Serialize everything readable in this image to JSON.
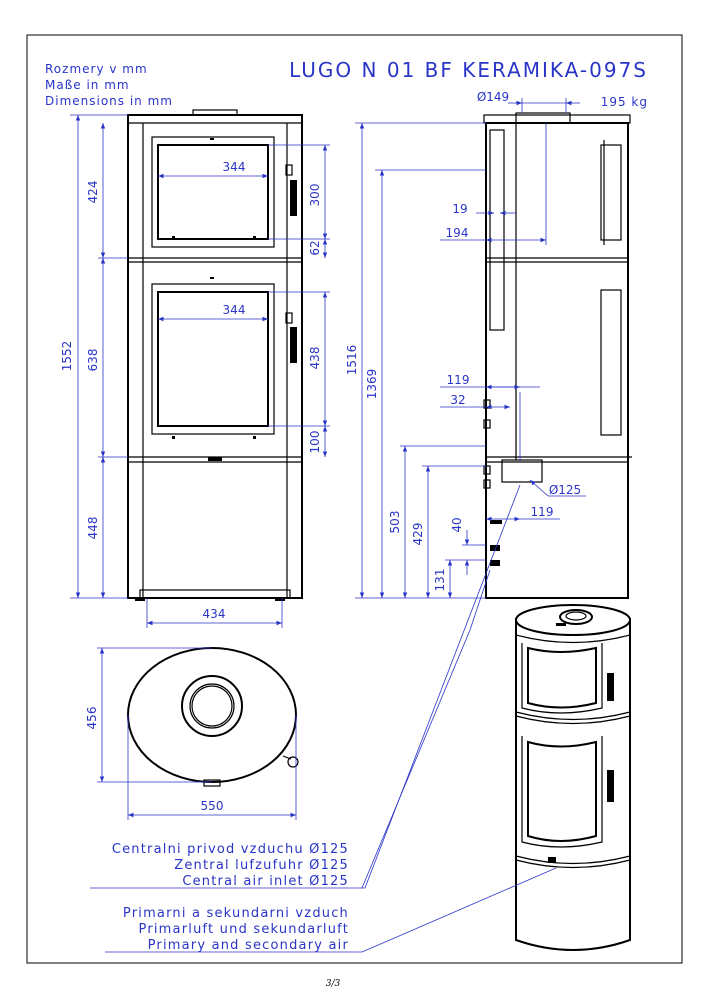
{
  "header": {
    "units_sk": "Rozmery v mm",
    "units_de": "Maße in mm",
    "units_en": "Dimensions in mm",
    "title": "LUGO N 01 BF KERAMIKA-097S",
    "weight": "195 kg",
    "flue_diameter": "Ø149"
  },
  "front_view": {
    "total_height": "1552",
    "upper_section_height": "424",
    "middle_section_height": "638",
    "lower_section_height": "448",
    "top_window_width": "344",
    "top_window_height": "300",
    "top_window_gap": "62",
    "bottom_window_width": "344",
    "bottom_window_height": "438",
    "bottom_window_gap": "100",
    "width": "434"
  },
  "side_view": {
    "flue_height": "1516",
    "flue_center_height": "1369",
    "flue_offset_19": "19",
    "flue_depth_194": "194",
    "inlet_depth_119": "119",
    "inlet_offset_32": "32",
    "inlet_diameter": "Ø125",
    "inlet_offset_lower_119": "119",
    "height_503": "503",
    "height_429": "429",
    "height_40": "40",
    "height_131": "131"
  },
  "top_view": {
    "depth": "456",
    "width": "550"
  },
  "labels": {
    "central_air_sk": "Centralni privod vzduchu Ø125",
    "central_air_de": "Zentral lufzufuhr Ø125",
    "central_air_en": "Central air inlet Ø125",
    "primary_air_sk": "Primarni a sekundarni vzduch",
    "primary_air_de": "Primarluft und sekundarluft",
    "primary_air_en": "Primary and secondary air"
  },
  "footer": {
    "page": "3/3"
  },
  "colors": {
    "dimension": "#2a35c8",
    "outline": "#000000",
    "background": "#ffffff"
  }
}
